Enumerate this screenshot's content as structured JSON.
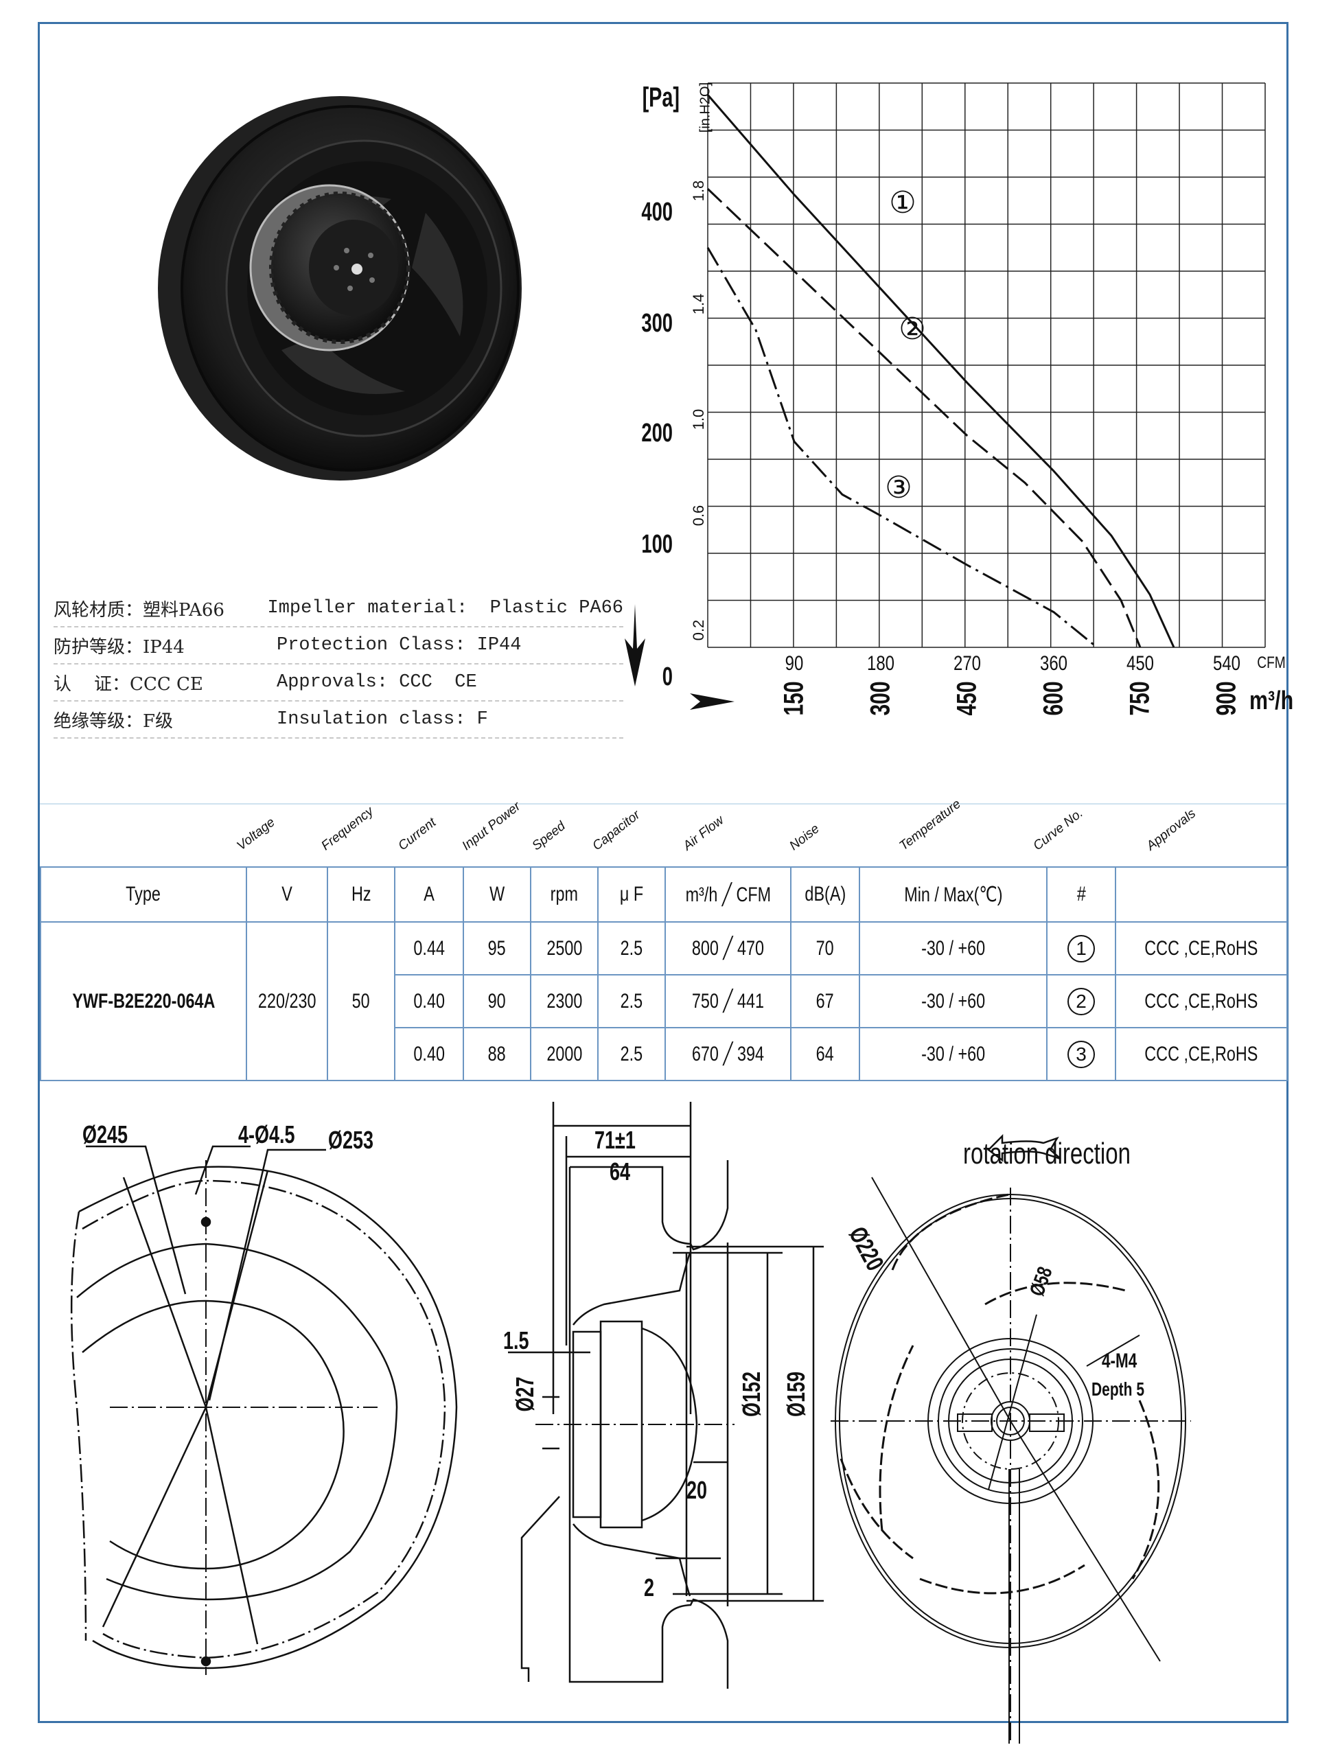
{
  "product": {
    "model": "YWF-B2E220-064A",
    "photo_alt": "centrifugal-fan-photo"
  },
  "specs": [
    {
      "cn": "风轮材质：塑料PA66",
      "en": "Impeller material:  Plastic PA66"
    },
    {
      "cn": "防护等级：IP44",
      "en": "Protection Class: IP44"
    },
    {
      "cn": "认    证：CCC CE",
      "en": "Approvals: CCC  CE"
    },
    {
      "cn": "绝缘等级：F级",
      "en": "Insulation class: F"
    }
  ],
  "chart_data": {
    "type": "line",
    "title": "",
    "xlabel": "Air Flow (CFM / m3/h)",
    "ylabel": "Static Pressure [Pa] / [in.H2O]",
    "y_unit_primary": "[Pa]",
    "y_unit_secondary": "[in.H2O]",
    "y_ticks_pa": [
      "0",
      "100",
      "200",
      "300",
      "400"
    ],
    "y_ticks_inh2o": [
      "0.2",
      "0.6",
      "1.0",
      "1.4",
      "1.8"
    ],
    "x_ticks_cfm": [
      "90",
      "180",
      "270",
      "360",
      "450",
      "540"
    ],
    "x_unit_cfm": "CFM",
    "x_ticks_m3h": [
      "150",
      "300",
      "450",
      "600",
      "750",
      "900"
    ],
    "x_unit_m3h": "m³/h",
    "xlim_cfm": [
      0,
      580
    ],
    "ylim_pa": [
      0,
      480
    ],
    "grid": true,
    "series": [
      {
        "name": "①",
        "style": "solid",
        "x_cfm": [
          0,
          90,
          180,
          270,
          360,
          420,
          460,
          485
        ],
        "y_pa": [
          470,
          385,
          305,
          225,
          150,
          95,
          45,
          0
        ]
      },
      {
        "name": "②",
        "style": "dashed",
        "x_cfm": [
          0,
          90,
          180,
          270,
          330,
          390,
          430,
          450
        ],
        "y_pa": [
          390,
          320,
          250,
          180,
          140,
          90,
          40,
          0
        ]
      },
      {
        "name": "③",
        "style": "dash-dot",
        "x_cfm": [
          0,
          50,
          90,
          140,
          180,
          270,
          360,
          405
        ],
        "y_pa": [
          340,
          270,
          175,
          130,
          112,
          70,
          30,
          0
        ]
      }
    ],
    "curve_labels": [
      "①",
      "②",
      "③"
    ]
  },
  "table": {
    "rotated_headers": [
      "Voltage",
      "Frequency",
      "Current",
      "Input Power",
      "Speed",
      "Capacitor",
      "Air Flow",
      "Noise",
      "Temperature",
      "Curve No.",
      "Approvals"
    ],
    "units": [
      "Type",
      "V",
      "Hz",
      "A",
      "W",
      "rpm",
      "μ F",
      "m³/h ╱ CFM",
      "dB(A)",
      "Min / Max(℃)",
      "#",
      ""
    ],
    "type": "YWF-B2E220-064A",
    "voltage": "220/230",
    "frequency": "50",
    "rows": [
      {
        "current": "0.44",
        "power": "95",
        "speed": "2500",
        "capacitor": "2.5",
        "airflow_m3h": "800",
        "airflow_cfm": "470",
        "noise": "70",
        "temp": "-30 / +60",
        "curve": "1",
        "approvals": "CCC ,CE,RoHS"
      },
      {
        "current": "0.40",
        "power": "90",
        "speed": "2300",
        "capacitor": "2.5",
        "airflow_m3h": "750",
        "airflow_cfm": "441",
        "noise": "67",
        "temp": "-30 / +60",
        "curve": "2",
        "approvals": "CCC ,CE,RoHS"
      },
      {
        "current": "0.40",
        "power": "88",
        "speed": "2000",
        "capacitor": "2.5",
        "airflow_m3h": "670",
        "airflow_cfm": "394",
        "noise": "64",
        "temp": "-30 / +60",
        "curve": "3",
        "approvals": "CCC ,CE,RoHS"
      }
    ]
  },
  "drawings": {
    "front": {
      "d245": "Ø245",
      "holes": "4-Ø4.5",
      "d253": "Ø253"
    },
    "side": {
      "overall": "71±1",
      "depth": "64",
      "flange": "1.5",
      "shaft": "Ø27",
      "inlet": "Ø152",
      "outer": "Ø159",
      "gap20": "20",
      "gap2": "2"
    },
    "rear": {
      "title": "rotation direction",
      "d220": "Ø220",
      "d58": "Ø58",
      "thread": "4-M4",
      "thread_depth": "Depth 5"
    }
  },
  "colors": {
    "frame": "#3a72a8",
    "table_border": "#6b95c2"
  }
}
